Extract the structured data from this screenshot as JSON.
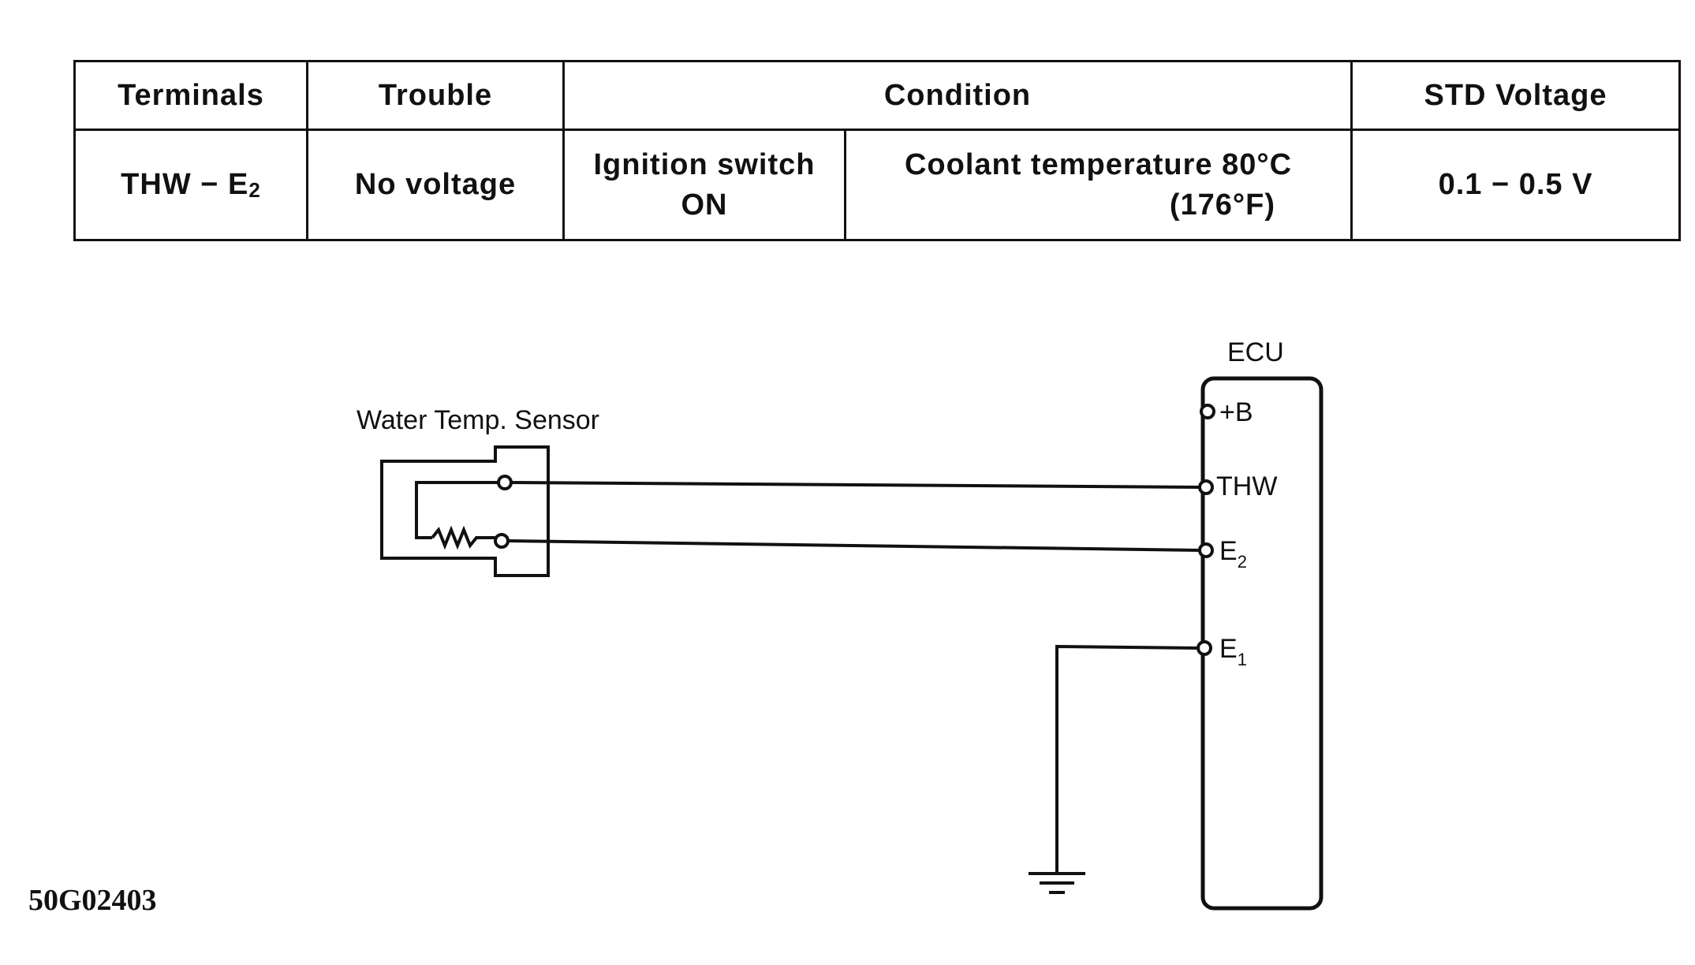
{
  "table": {
    "headers": {
      "terminals": "Terminals",
      "trouble": "Trouble",
      "condition": "Condition",
      "std_voltage": "STD Voltage"
    },
    "row": {
      "terminals_main": "THW − E",
      "terminals_sub": "2",
      "trouble": "No voltage",
      "condition_ignition_line1": "Ignition switch",
      "condition_ignition_line2": "ON",
      "condition_coolant_line1": "Coolant temperature 80°C",
      "condition_coolant_line2": "(176°F)",
      "std_voltage": "0.1 − 0.5 V"
    }
  },
  "diagram": {
    "sensor_label": "Water Temp. Sensor",
    "ecu_label": "ECU",
    "pins": {
      "plus_b": "+B",
      "thw": "THW",
      "e2_main": "E",
      "e2_sub": "2",
      "e1_main": "E",
      "e1_sub": "1"
    }
  },
  "figure_code": "50G02403"
}
